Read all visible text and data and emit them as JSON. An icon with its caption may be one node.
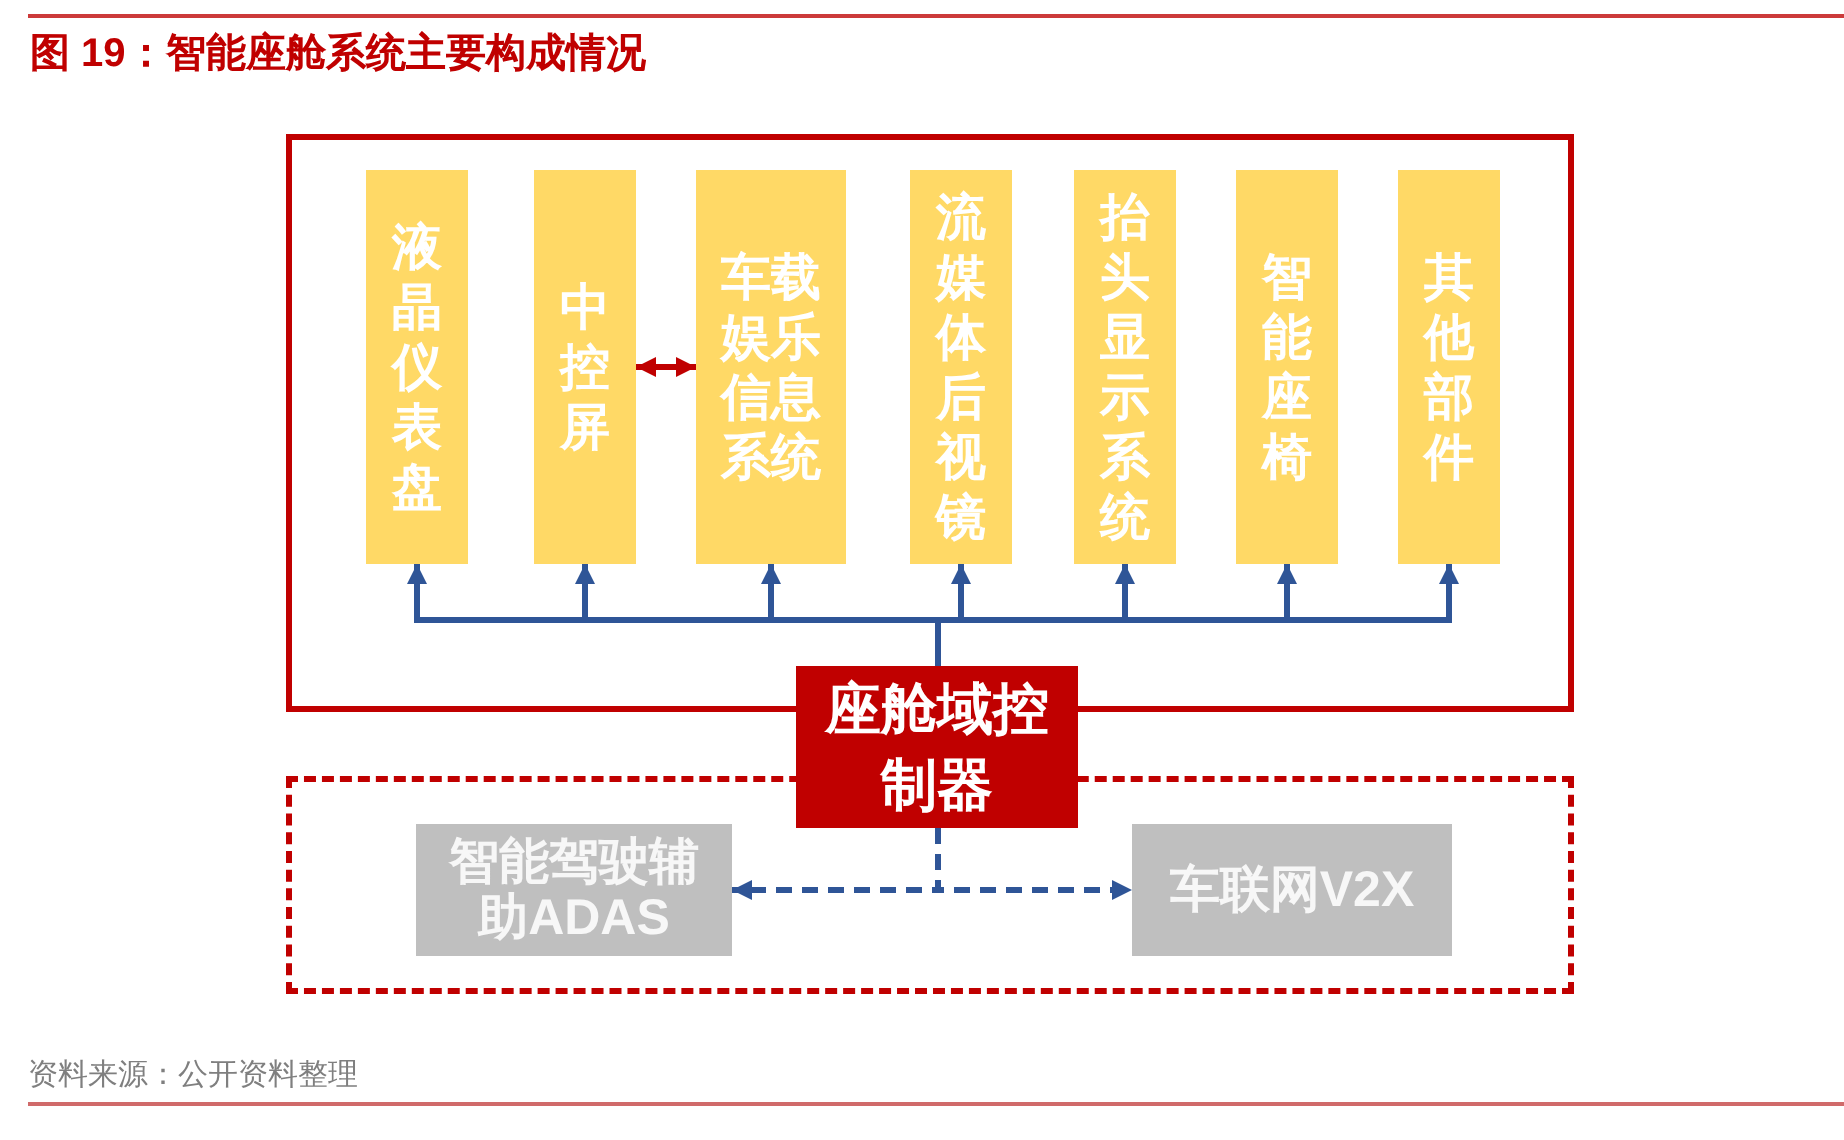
{
  "diagram": {
    "title": "图 19：智能座舱系统主要构成情况",
    "nodes": [
      {
        "text": [],
        "shape": "box"
      },
      {
        "text": [
          "液晶仪表盘"
        ],
        "in": 0
      },
      {
        "text": [
          "中控屏"
        ],
        "in": 0
      },
      {
        "text": [
          "车载娱乐信息系统"
        ],
        "in": 0
      },
      {
        "text": [
          "流媒体后视镜"
        ],
        "in": 0
      },
      {
        "text": [
          "抬头显示系统"
        ],
        "in": 0
      },
      {
        "text": [
          "智能座椅"
        ],
        "in": 0
      },
      {
        "text": [
          "其他部件"
        ],
        "in": 0
      },
      {
        "text": [
          "座舱域控制器"
        ]
      },
      {
        "text": [],
        "shape": "box"
      },
      {
        "text": [
          "智能驾驶辅助ADAS"
        ],
        "in": 9
      },
      {
        "text": [
          "车联网V2X"
        ],
        "in": 9
      }
    ],
    "edges": [
      {
        "from": 8,
        "to": 1,
        "arrow": "to"
      },
      {
        "from": 8,
        "to": 2,
        "arrow": "to"
      },
      {
        "from": 8,
        "to": 3,
        "arrow": "to"
      },
      {
        "from": 8,
        "to": 4,
        "arrow": "to"
      },
      {
        "from": 8,
        "to": 5,
        "arrow": "to"
      },
      {
        "from": 8,
        "to": 6,
        "arrow": "to"
      },
      {
        "from": 8,
        "to": 7,
        "arrow": "to"
      },
      {
        "from": 2,
        "to": 3,
        "arrow": "both",
        "color": "#c00000"
      },
      {
        "from": 8,
        "to": 10,
        "arrow": "to",
        "style": "dashed"
      },
      {
        "from": 8,
        "to": 11,
        "arrow": "to",
        "style": "dashed"
      }
    ],
    "labels": [
      "资料来源：公开资料整理"
    ]
  }
}
